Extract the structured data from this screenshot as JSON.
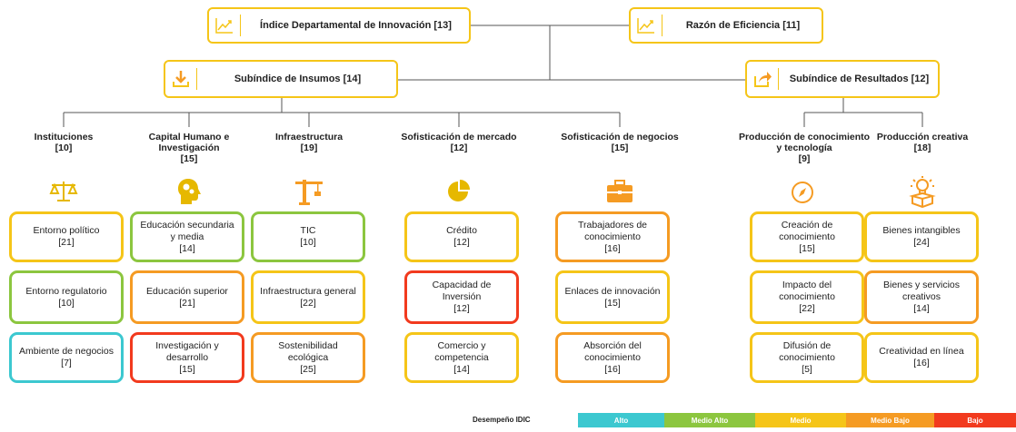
{
  "colors": {
    "alto": "#3cc8d0",
    "medio_alto": "#8cc63f",
    "medio": "#f5c518",
    "medio_bajo": "#f59b23",
    "bajo": "#f23a1e",
    "accent": "#f5c518",
    "icon_gold": "#e6b800",
    "icon_orange": "#f59b23"
  },
  "top": {
    "idic": {
      "label": "Índice Departamental de Innovación [13]",
      "icon": "trend-chart-icon"
    },
    "efficiency": {
      "label": "Razón de Eficiencia [11]",
      "icon": "trend-chart-icon"
    }
  },
  "subindices": {
    "inputs": {
      "label": "Subíndice de Insumos [14]",
      "icon": "download-icon"
    },
    "outputs": {
      "label": "Subíndice de Resultados [12]",
      "icon": "share-arrow-icon"
    }
  },
  "pillars": [
    {
      "name": "Instituciones",
      "rank": "[10]",
      "icon": "scales-icon",
      "items": [
        {
          "label": "Entorno político",
          "rank": "[21]",
          "level": "medio"
        },
        {
          "label": "Entorno regulatorio",
          "rank": "[10]",
          "level": "medio_alto"
        },
        {
          "label": "Ambiente de negocios",
          "rank": "[7]",
          "level": "alto"
        }
      ]
    },
    {
      "name": "Capital Humano e Investigación",
      "rank": "[15]",
      "icon": "head-gears-icon",
      "items": [
        {
          "label": "Educación secundaria y media",
          "rank": "[14]",
          "level": "medio_alto"
        },
        {
          "label": "Educación superior",
          "rank": "[21]",
          "level": "medio_bajo"
        },
        {
          "label": "Investigación y desarrollo",
          "rank": "[15]",
          "level": "bajo"
        }
      ]
    },
    {
      "name": "Infraestructura",
      "rank": "[19]",
      "icon": "crane-icon",
      "items": [
        {
          "label": "TIC",
          "rank": "[10]",
          "level": "medio_alto"
        },
        {
          "label": "Infraestructura general",
          "rank": "[22]",
          "level": "medio"
        },
        {
          "label": "Sostenibilidad ecológica",
          "rank": "[25]",
          "level": "medio_bajo"
        }
      ]
    },
    {
      "name": "Sofisticación de mercado",
      "rank": "[12]",
      "icon": "pie-chart-icon",
      "items": [
        {
          "label": "Crédito",
          "rank": "[12]",
          "level": "medio"
        },
        {
          "label": "Capacidad de Inversión",
          "rank": "[12]",
          "level": "bajo"
        },
        {
          "label": "Comercio y competencia",
          "rank": "[14]",
          "level": "medio"
        }
      ]
    },
    {
      "name": "Sofisticación de negocios",
      "rank": "[15]",
      "icon": "briefcase-icon",
      "items": [
        {
          "label": "Trabajadores de conocimiento",
          "rank": "[16]",
          "level": "medio_bajo"
        },
        {
          "label": "Enlaces de innovación",
          "rank": "[15]",
          "level": "medio"
        },
        {
          "label": "Absorción del conocimiento",
          "rank": "[16]",
          "level": "medio_bajo"
        }
      ]
    },
    {
      "name": "Producción de conocimiento y tecnología",
      "rank": "[9]",
      "icon": "compass-icon",
      "items": [
        {
          "label": "Creación de conocimiento",
          "rank": "[15]",
          "level": "medio"
        },
        {
          "label": "Impacto del conocimiento",
          "rank": "[22]",
          "level": "medio"
        },
        {
          "label": "Difusión de conocimiento",
          "rank": "[5]",
          "level": "medio"
        }
      ]
    },
    {
      "name": "Producción creativa",
      "rank": "[18]",
      "icon": "lightbulb-icon",
      "items": [
        {
          "label": "Bienes intangibles",
          "rank": "[24]",
          "level": "medio"
        },
        {
          "label": "Bienes y servicios creativos",
          "rank": "[14]",
          "level": "medio_bajo"
        },
        {
          "label": "Creatividad en línea",
          "rank": "[16]",
          "level": "medio"
        }
      ]
    }
  ],
  "legend": {
    "title": "Desempeño IDIC",
    "items": [
      {
        "label": "Alto",
        "level": "alto"
      },
      {
        "label": "Medio Alto",
        "level": "medio_alto"
      },
      {
        "label": "Medio",
        "level": "medio"
      },
      {
        "label": "Medio Bajo",
        "level": "medio_bajo"
      },
      {
        "label": "Bajo",
        "level": "bajo"
      }
    ]
  }
}
